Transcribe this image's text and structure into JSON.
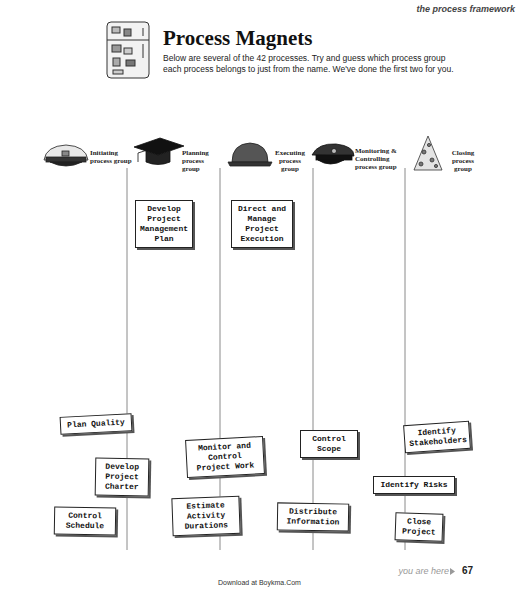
{
  "diagram": {
    "title": "Process Magnets",
    "nodes": [
      {
        "text": [
          "Develop Project Management Plan"
        ]
      },
      {
        "text": [
          "Direct and Manage Project Execution"
        ]
      },
      {
        "text": [
          "Plan Quality"
        ]
      },
      {
        "text": [
          "Develop Project Charter"
        ]
      },
      {
        "text": [
          "Control Schedule"
        ]
      },
      {
        "text": [
          "Monitor and Control Project Work"
        ]
      },
      {
        "text": [
          "Estimate Activity Durations"
        ]
      },
      {
        "text": [
          "Control Scope"
        ]
      },
      {
        "text": [
          "Distribute Information"
        ]
      },
      {
        "text": [
          "Identify Stakeholders"
        ]
      },
      {
        "text": [
          "Identify Risks"
        ]
      },
      {
        "text": [
          "Close Project"
        ]
      }
    ],
    "labels": [
      "the process framework",
      "Below are several of the 42 processes. Try and guess which process group each process belongs to just from the name. We've done the first two for you.",
      "Initiating process group",
      "Planning process group",
      "Executing process group",
      "Monitoring & Controlling process group",
      "Closing process group",
      "you are here",
      "67",
      "Download at Boykma.Com"
    ]
  }
}
